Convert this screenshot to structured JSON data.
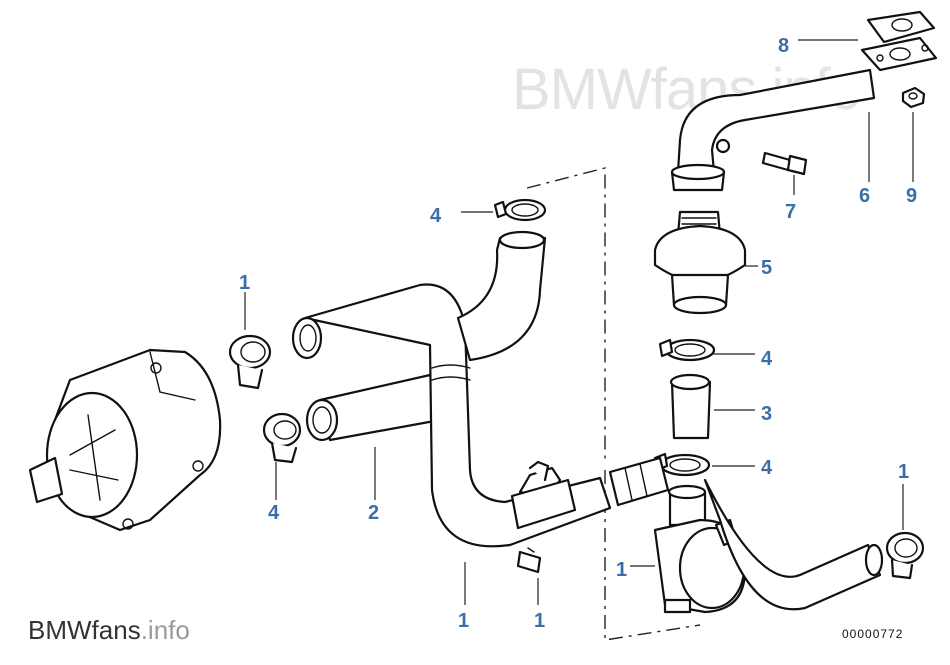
{
  "watermark": {
    "text": "BMWfans.info"
  },
  "brand": {
    "part1": "BMW",
    "part2": "fans",
    "part3": ".info"
  },
  "drawing_number": "00000772",
  "callouts": [
    {
      "id": "c1a",
      "text": "1"
    },
    {
      "id": "c4a",
      "text": "4"
    },
    {
      "id": "c2",
      "text": "2"
    },
    {
      "id": "c4b",
      "text": "4"
    },
    {
      "id": "c1b",
      "text": "1"
    },
    {
      "id": "c1c",
      "text": "1"
    },
    {
      "id": "c8",
      "text": "8"
    },
    {
      "id": "c7",
      "text": "7"
    },
    {
      "id": "c6",
      "text": "6"
    },
    {
      "id": "c9",
      "text": "9"
    },
    {
      "id": "c5",
      "text": "5"
    },
    {
      "id": "c4c",
      "text": "4"
    },
    {
      "id": "c3",
      "text": "3"
    },
    {
      "id": "c4d",
      "text": "4"
    },
    {
      "id": "c1d",
      "text": "1"
    },
    {
      "id": "c1e",
      "text": "1"
    }
  ]
}
